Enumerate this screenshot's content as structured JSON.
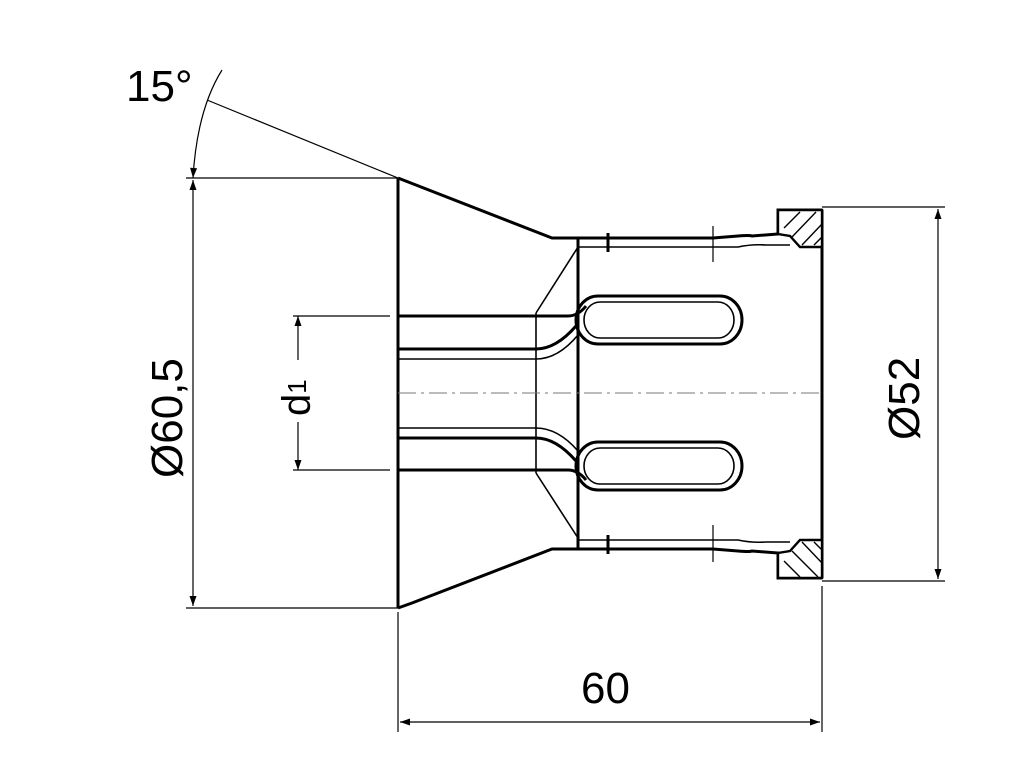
{
  "dimensions": {
    "angle": "15°",
    "diameter_large": "Ø60,5",
    "diameter_end": "Ø52",
    "bore_label": "d",
    "bore_subscript": "1",
    "length": "60"
  }
}
